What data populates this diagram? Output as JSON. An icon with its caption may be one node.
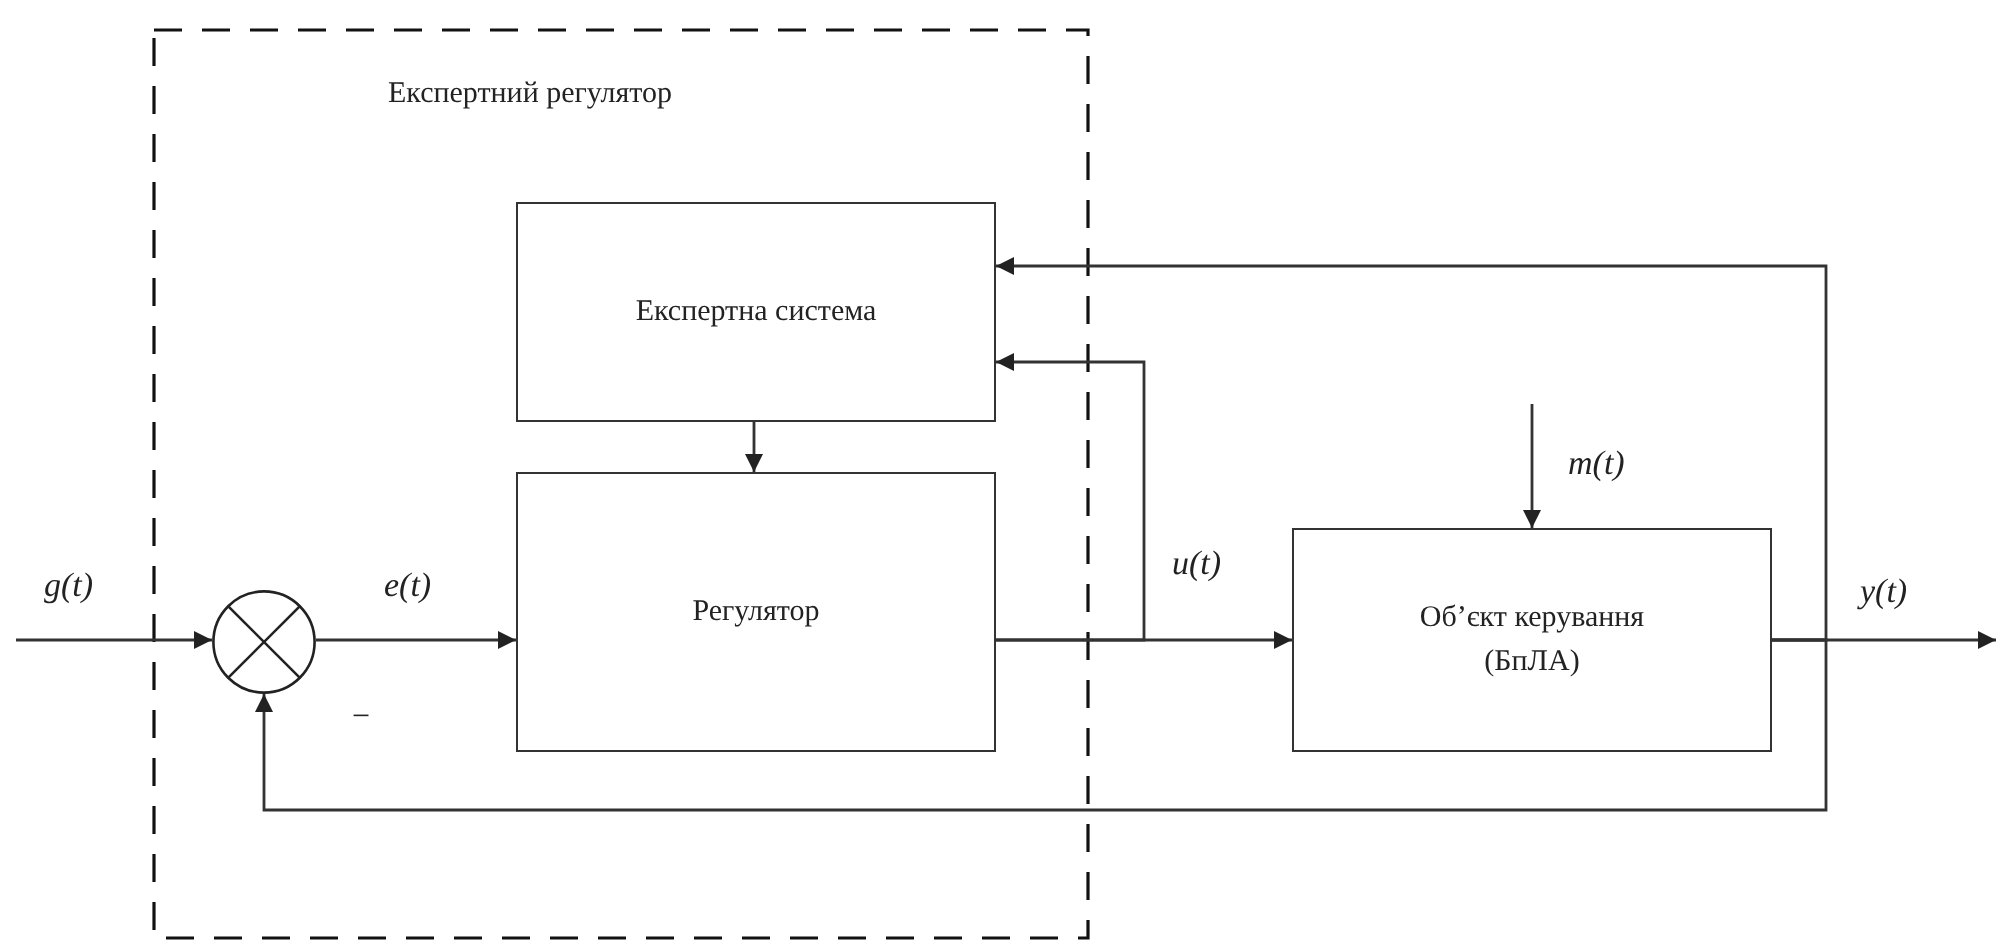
{
  "diagram": {
    "nodes": [
      {
        "text": [
          "Експертний регулятор"
        ]
      },
      {
        "text": [
          "Експертна система"
        ],
        "in": 0
      },
      {
        "text": [
          "Регулятор"
        ],
        "in": 0
      },
      {
        "text": [],
        "shape": "circle",
        "in": 0
      },
      {
        "text": [
          "Об’єкт керування (БпЛА)"
        ]
      }
    ],
    "edges": [
      {
        "from": null,
        "to": 3,
        "arrow": "to",
        "label": "g(t)"
      },
      {
        "from": 3,
        "to": 2,
        "arrow": "to",
        "label": "e(t)"
      },
      {
        "from": 2,
        "to": 4,
        "arrow": "to",
        "label": "u(t)"
      },
      {
        "from": 2,
        "to": 1,
        "arrow": "to"
      },
      {
        "from": 1,
        "to": 2,
        "arrow": "to"
      },
      {
        "from": null,
        "to": 4,
        "arrow": "to",
        "label": "m(t)"
      },
      {
        "from": 4,
        "to": null,
        "arrow": "to",
        "label": "y(t)"
      },
      {
        "from": 4,
        "to": 1,
        "arrow": "to"
      },
      {
        "from": 4,
        "to": 3,
        "arrow": "to"
      }
    ],
    "labels": [
      "−"
    ]
  }
}
